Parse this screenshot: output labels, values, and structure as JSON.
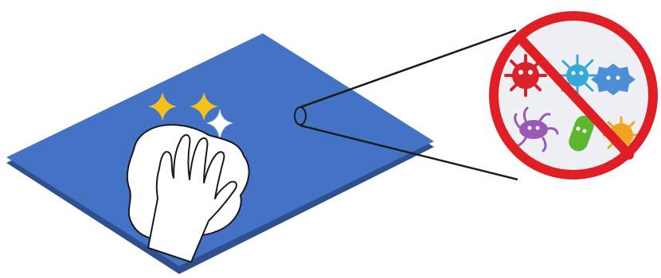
{
  "colors": {
    "background": "#ffffff",
    "surface_top": "#4472c4",
    "surface_edge": "#2f4f8f",
    "sparkle": "#f2c21b",
    "sparkle_white": "#ffffff",
    "cloth": "#ffffff",
    "outline": "#1a1a1a",
    "prohibition": "#e01e26",
    "magnifier_bg": "#eef0f3"
  },
  "icons": [
    "clean-surface",
    "cleaning-cloth",
    "hand",
    "sparkle",
    "magnifier-callout",
    "no-symbol",
    "germ-red",
    "germ-cyan",
    "germ-blue",
    "germ-purple",
    "germ-green",
    "germ-orange"
  ],
  "germs": [
    {
      "name": "red-germ",
      "color": "#d8232a"
    },
    {
      "name": "cyan-germ",
      "color": "#35a8d6"
    },
    {
      "name": "blue-germ",
      "color": "#4d8fd6"
    },
    {
      "name": "purple-germ",
      "color": "#9b59b6"
    },
    {
      "name": "green-germ",
      "color": "#5cb82f"
    },
    {
      "name": "orange-germ",
      "color": "#f1a420"
    }
  ]
}
